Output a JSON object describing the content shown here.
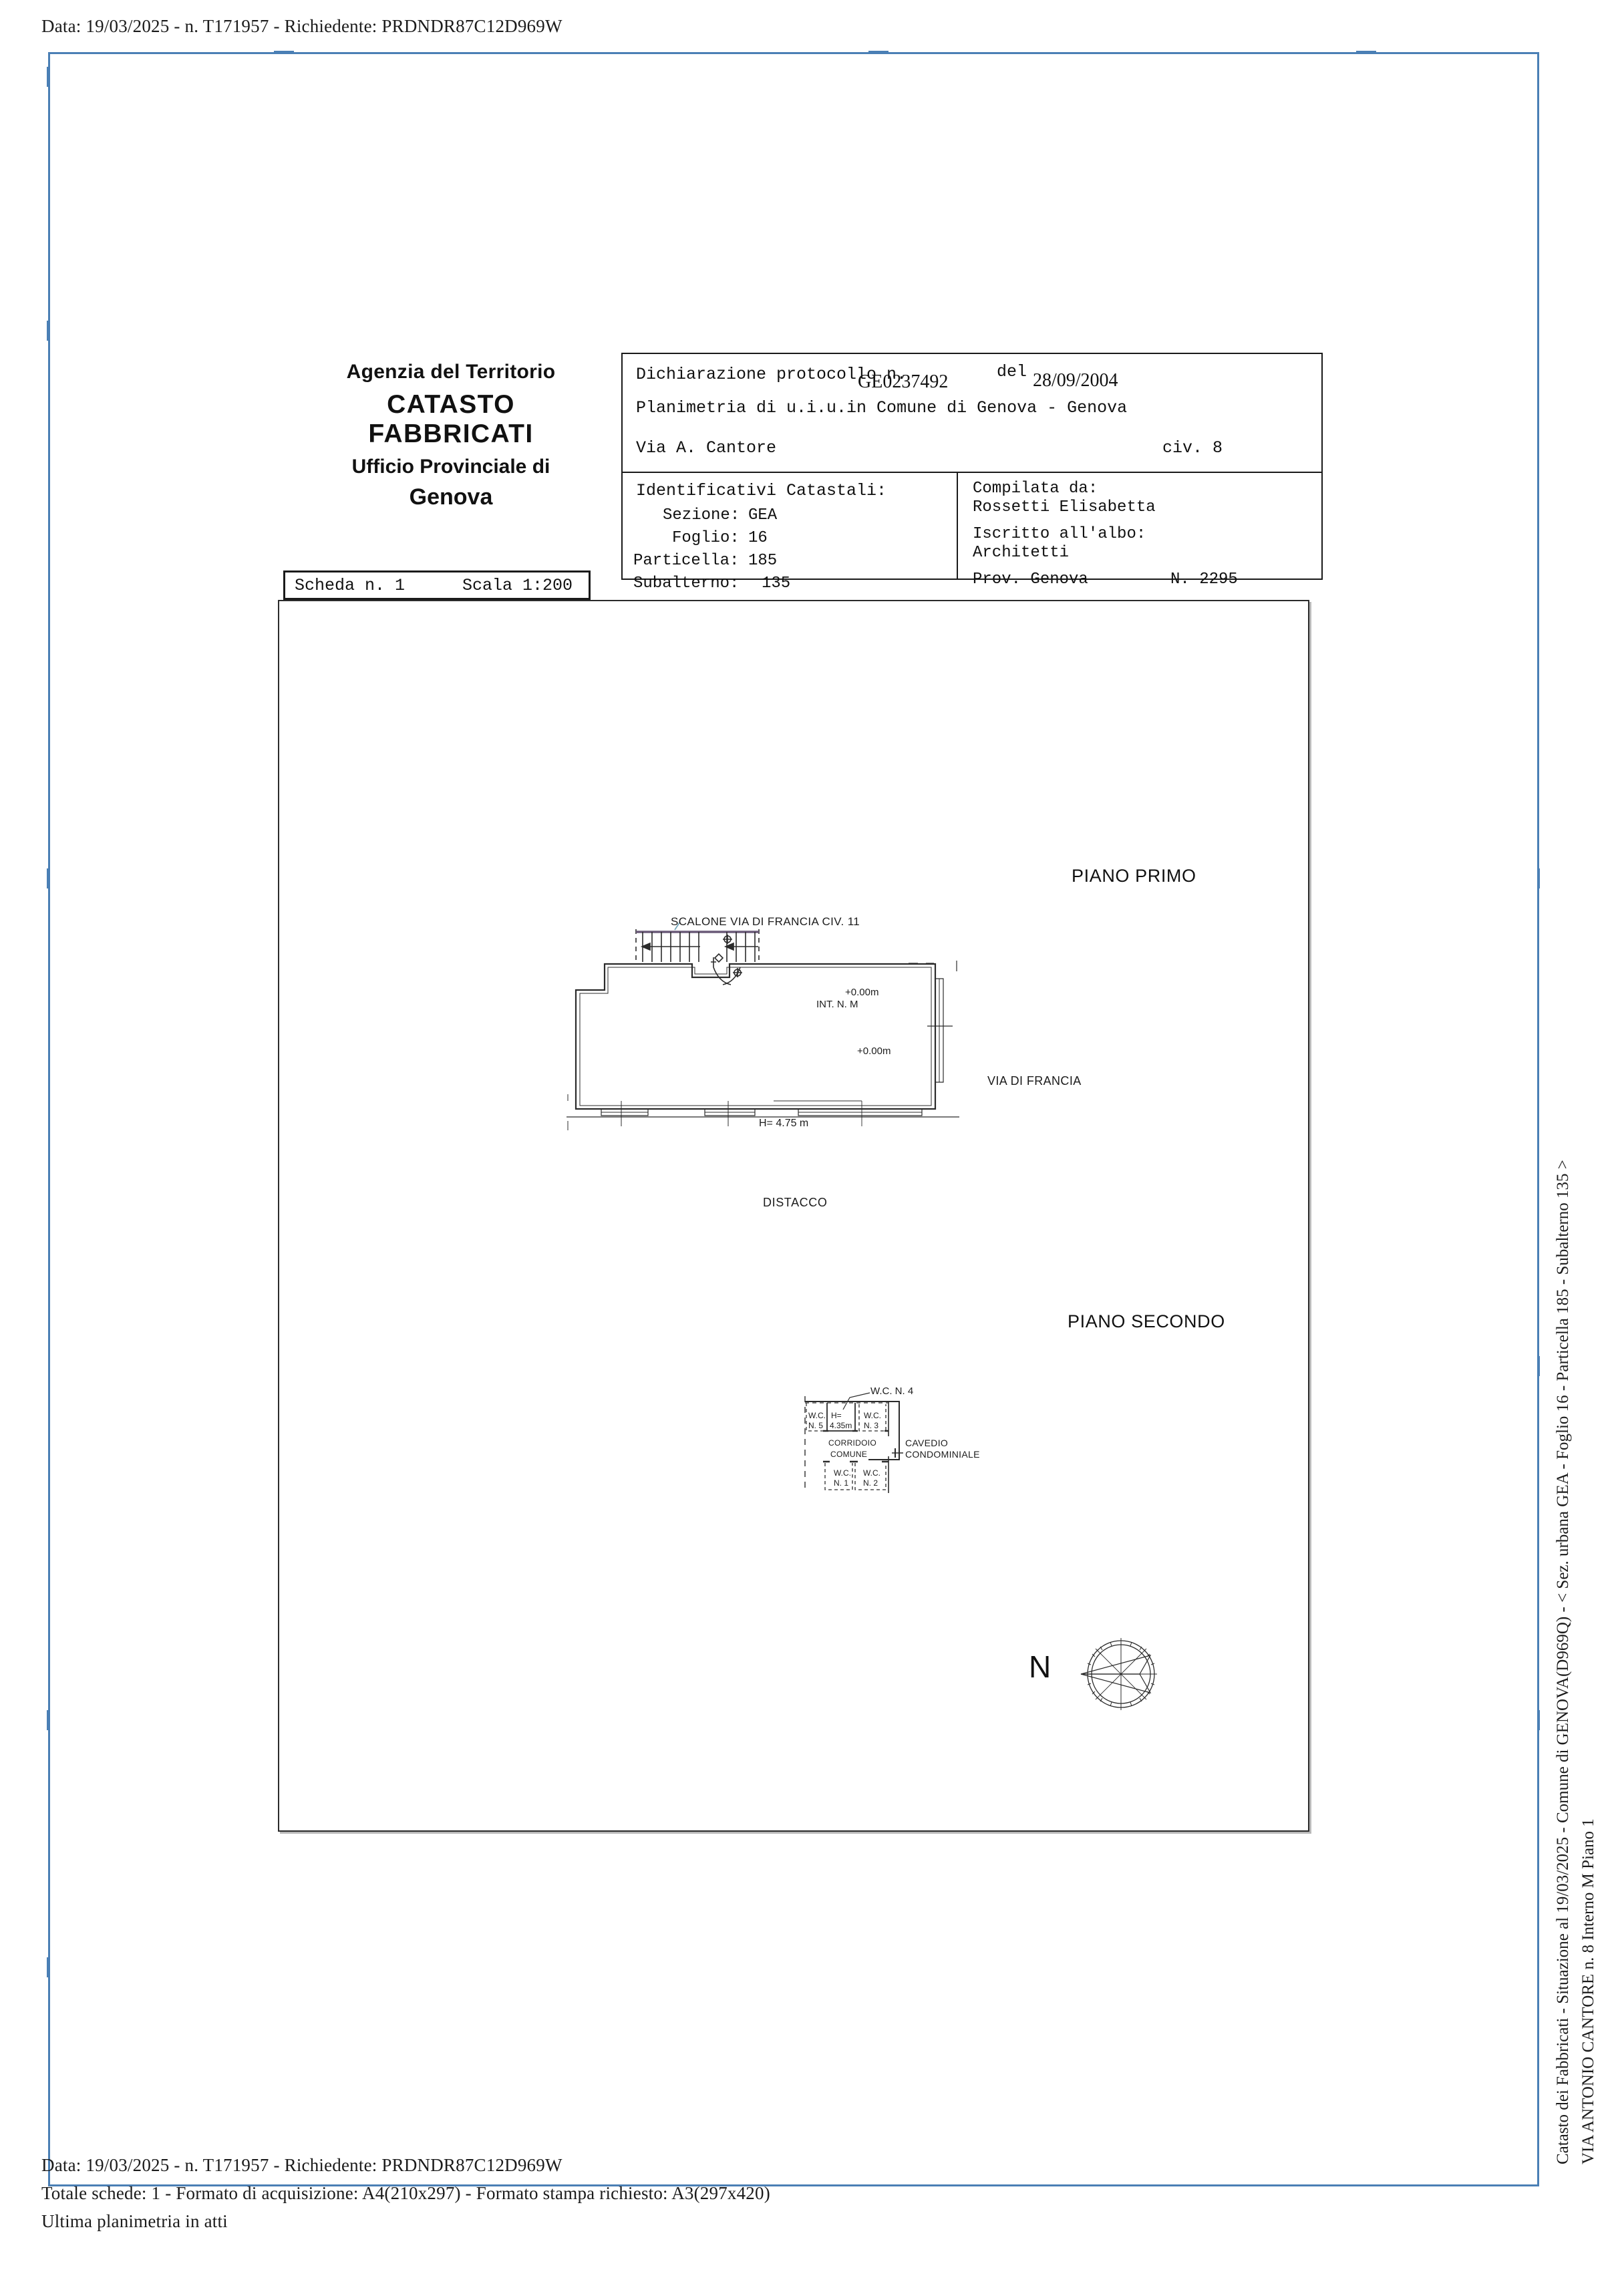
{
  "scan": {
    "top_line": "Data: 19/03/2025 - n. T171957 - Richiedente: PRDNDR87C12D969W",
    "footer_line_1": "Data: 19/03/2025 - n. T171957 - Richiedente: PRDNDR87C12D969W",
    "footer_line_2": "Totale schede: 1 - Formato di acquisizione: A4(210x297)  - Formato stampa richiesto: A3(297x420)",
    "footer_line_3": "Ultima planimetria in atti"
  },
  "agency": {
    "line1": "Agenzia del Territorio",
    "line2": "CATASTO FABBRICATI",
    "line3": "Ufficio Provinciale di",
    "line4": "Genova"
  },
  "header_box": {
    "declaration_label": "Dichiarazione protocollo n.",
    "protocol_number": "GE0237492",
    "del_label": "del",
    "protocol_date": "28/09/2004",
    "planimetry_line": "Planimetria di u.i.u.in Comune di Genova - Genova",
    "address": "Via A. Cantore",
    "civic": "civ. 8",
    "cadastral_title": "Identificativi Catastali:",
    "sezione_label": "Sezione:",
    "sezione_value": "GEA",
    "foglio_label": "Foglio:",
    "foglio_value": "16",
    "particella_label": "Particella:",
    "particella_value": "185",
    "subalterno_label": "Subalterno:",
    "subalterno_value": "135",
    "compiled_label": "Compilata da:",
    "compiled_by": "Rossetti Elisabetta",
    "registry_label": "Iscritto all'albo:",
    "registry_value": "Architetti",
    "province_label": "Prov. Genova",
    "registry_number": "N.  2295"
  },
  "scheda_bar": {
    "scheda": "Scheda n. 1",
    "scala": "Scala 1:200"
  },
  "plans": {
    "first_floor": {
      "caption": "PIANO PRIMO",
      "stair_label": "SCALONE VIA DI FRANCIA CIV. 11",
      "interior_label": "INT. N. M",
      "level_top": "+0.00m",
      "level_bottom": "+0.00m",
      "height_label": "H= 4.75 m",
      "street_label": "VIA DI FRANCIA",
      "gap_label": "DISTACCO"
    },
    "second_floor": {
      "caption": "PIANO SECONDO",
      "wc_callout": "W.C. N. 4",
      "height_label_1": "H=",
      "height_label_2": "4.35m",
      "wc5_1": "W.C.",
      "wc5_2": "N. 5",
      "wc3_1": "W.C.",
      "wc3_2": "N. 3",
      "corridor_1": "CORRIDOIO",
      "corridor_2": "COMUNE",
      "wc1_1": "W.C.",
      "wc1_2": "N. 1",
      "wc2_1": "W.C.",
      "wc2_2": "N. 2",
      "cavedio_1": "CAVEDIO",
      "cavedio_2": "CONDOMINIALE"
    }
  },
  "compass": {
    "north_label": "N"
  },
  "sidebar": {
    "line1": "Catasto dei Fabbricati - Situazione al 19/03/2025 - Comune di GENOVA(D969Q) - < Sez. urbana GEA - Foglio 16 - Particella  185 - Subalterno 135 >",
    "line2": "VIA ANTONIO CANTORE n. 8  Interno M Piano 1"
  },
  "colors": {
    "frame_blue": "#4a7fb5",
    "ink": "#111111",
    "drawing_line": "#2b2b2b"
  }
}
